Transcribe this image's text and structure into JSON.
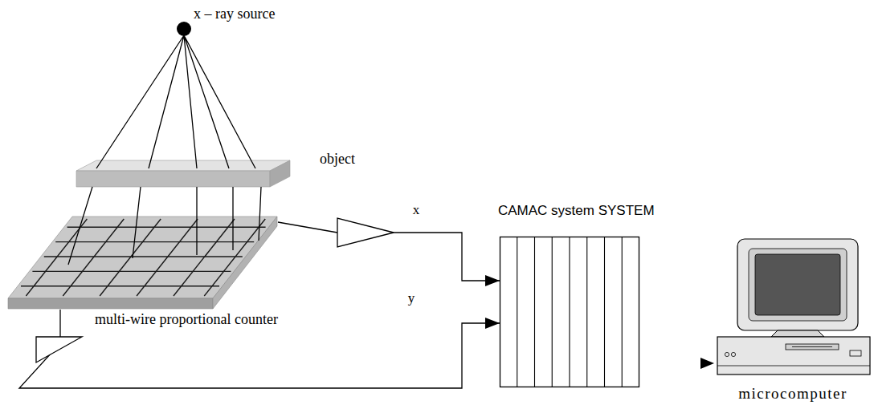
{
  "diagram": {
    "nodes": [
      {
        "text": [
          "x – ray source"
        ]
      },
      {
        "text": [
          "object"
        ]
      },
      {
        "text": [
          "multi-wire proportional counter"
        ]
      },
      {
        "text": [
          "CAMAC system SYSTEM"
        ]
      },
      {
        "text": [
          "microcomputer"
        ]
      }
    ],
    "edges": [
      {
        "from": 0,
        "to": 1,
        "arrow": "none"
      },
      {
        "from": 1,
        "to": 2,
        "arrow": "none"
      },
      {
        "from": 2,
        "to": 3,
        "label": "x",
        "arrow": "to"
      },
      {
        "from": 2,
        "to": 3,
        "label": "y",
        "arrow": "to"
      }
    ]
  }
}
